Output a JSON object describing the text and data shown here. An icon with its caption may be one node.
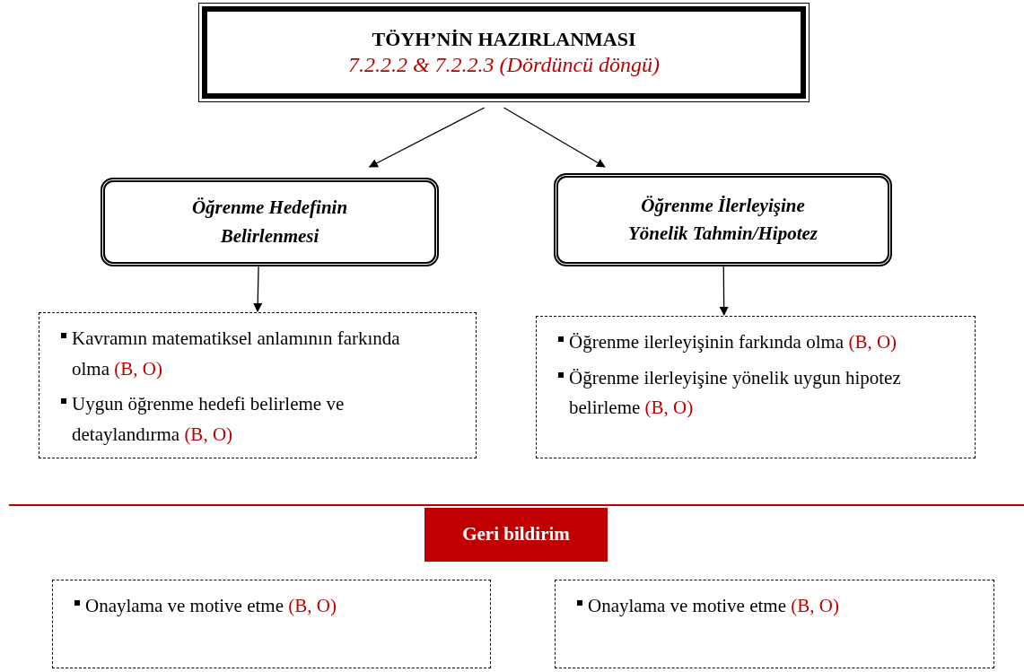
{
  "diagram": {
    "nodes": [
      {
        "text": [
          "TÖYH’NİN HAZIRLANMASI",
          "7.2.2.2 & 7.2.2.3 (Dördüncü döngü)"
        ]
      },
      {
        "text": [
          "Öğrenme Hedefinin Belirlenmesi"
        ]
      },
      {
        "text": [
          "Öğrenme İlerleyişine Yönelik Tahmin/Hipotez"
        ]
      },
      {
        "text": [
          "Kavramın matematiksel anlamının farkında olma (B, O)",
          "Uygun öğrenme hedefi belirleme ve detaylandırma (B, O)"
        ]
      },
      {
        "text": [
          "Öğrenme ilerleyişinin farkında olma (B, O)",
          "Öğrenme ilerleyişine yönelik uygun hipotez belirleme (B, O)"
        ]
      },
      {
        "text": [
          "Geri bildirim"
        ]
      },
      {
        "text": [
          "Onaylama ve motive etme (B, O)"
        ]
      },
      {
        "text": [
          "Onaylama ve motive etme (B, O)"
        ]
      }
    ],
    "edges": [
      {
        "from": 0,
        "to": 1,
        "arrow": "to"
      },
      {
        "from": 0,
        "to": 2,
        "arrow": "to"
      },
      {
        "from": 1,
        "to": 3,
        "arrow": "to"
      },
      {
        "from": 2,
        "to": 4,
        "arrow": "to"
      }
    ]
  }
}
